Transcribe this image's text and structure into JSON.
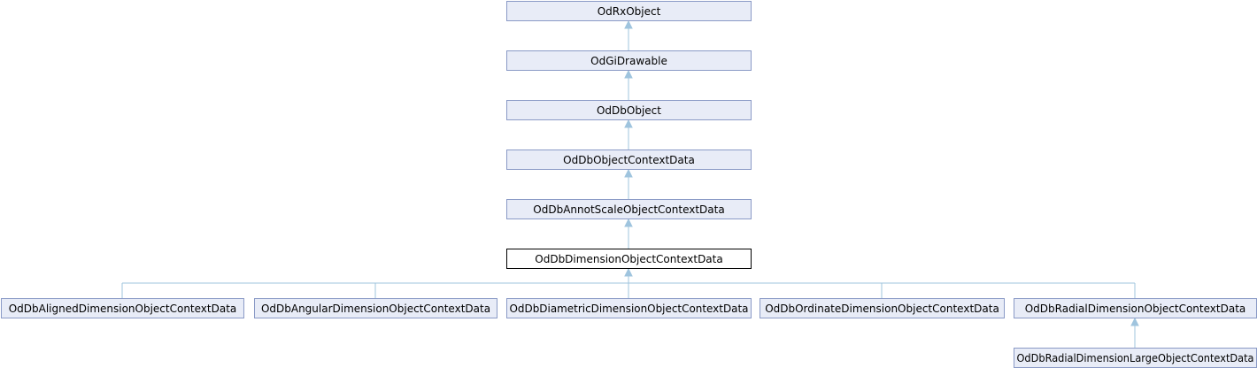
{
  "diagram": {
    "type": "class-inheritance",
    "colors": {
      "node_fill": "#e8ecf7",
      "node_border": "#8a9ac6",
      "current_fill": "#ffffff",
      "current_border": "#000000",
      "edge": "#9fc4de"
    },
    "nodes": [
      {
        "id": "rxobject",
        "label": "OdRxObject",
        "parent": null,
        "current": false
      },
      {
        "id": "gidrawable",
        "label": "OdGiDrawable",
        "parent": "rxobject",
        "current": false
      },
      {
        "id": "dbobject",
        "label": "OdDbObject",
        "parent": "gidrawable",
        "current": false
      },
      {
        "id": "objcontextdata",
        "label": "OdDbObjectContextData",
        "parent": "dbobject",
        "current": false
      },
      {
        "id": "annotscale",
        "label": "OdDbAnnotScaleObjectContextData",
        "parent": "objcontextdata",
        "current": false
      },
      {
        "id": "dimension",
        "label": "OdDbDimensionObjectContextData",
        "parent": "annotscale",
        "current": true
      },
      {
        "id": "aligned",
        "label": "OdDbAlignedDimensionObjectContextData",
        "parent": "dimension",
        "current": false
      },
      {
        "id": "angular",
        "label": "OdDbAngularDimensionObjectContextData",
        "parent": "dimension",
        "current": false
      },
      {
        "id": "diametric",
        "label": "OdDbDiametricDimensionObjectContextData",
        "parent": "dimension",
        "current": false
      },
      {
        "id": "ordinate",
        "label": "OdDbOrdinateDimensionObjectContextData",
        "parent": "dimension",
        "current": false
      },
      {
        "id": "radial",
        "label": "OdDbRadialDimensionObjectContextData",
        "parent": "dimension",
        "current": false
      },
      {
        "id": "radiallarge",
        "label": "OdDbRadialDimensionLargeObjectContextData",
        "parent": "radial",
        "current": false
      }
    ]
  }
}
